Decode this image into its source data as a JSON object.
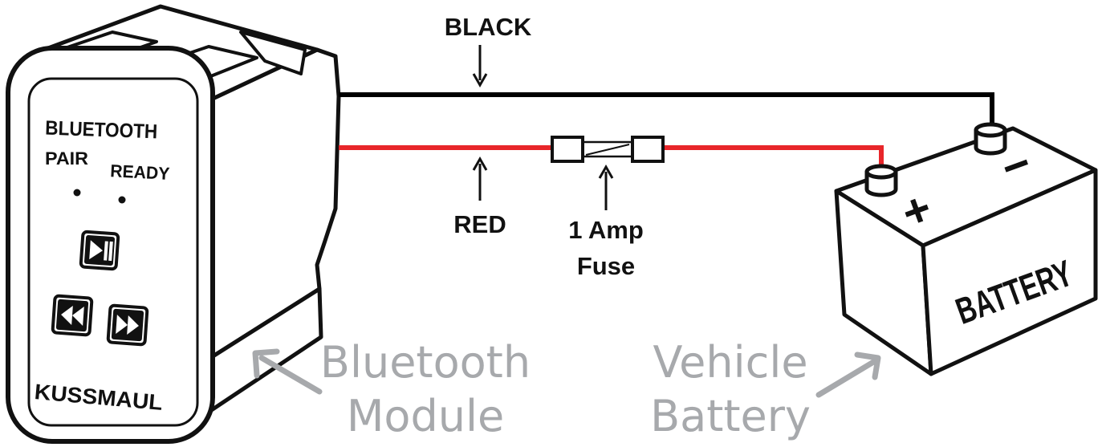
{
  "module": {
    "title": "BLUETOOTH",
    "pair_label": "PAIR",
    "ready_label": "READY",
    "brand": "KUSSMAUL",
    "buttons": [
      "play-pause-icon",
      "rewind-icon",
      "fast-forward-icon"
    ]
  },
  "wires": {
    "black_label": "BLACK",
    "red_label": "RED",
    "black_color": "#000000",
    "red_color": "#e8262a"
  },
  "fuse": {
    "line1": "1 Amp",
    "line2": "Fuse"
  },
  "battery": {
    "label": "BATTERY",
    "positive": "+",
    "negative": "−"
  },
  "callouts": {
    "module_line1": "Bluetooth",
    "module_line2": "Module",
    "battery_line1": "Vehicle",
    "battery_line2": "Battery",
    "color": "#a7a9ac"
  }
}
